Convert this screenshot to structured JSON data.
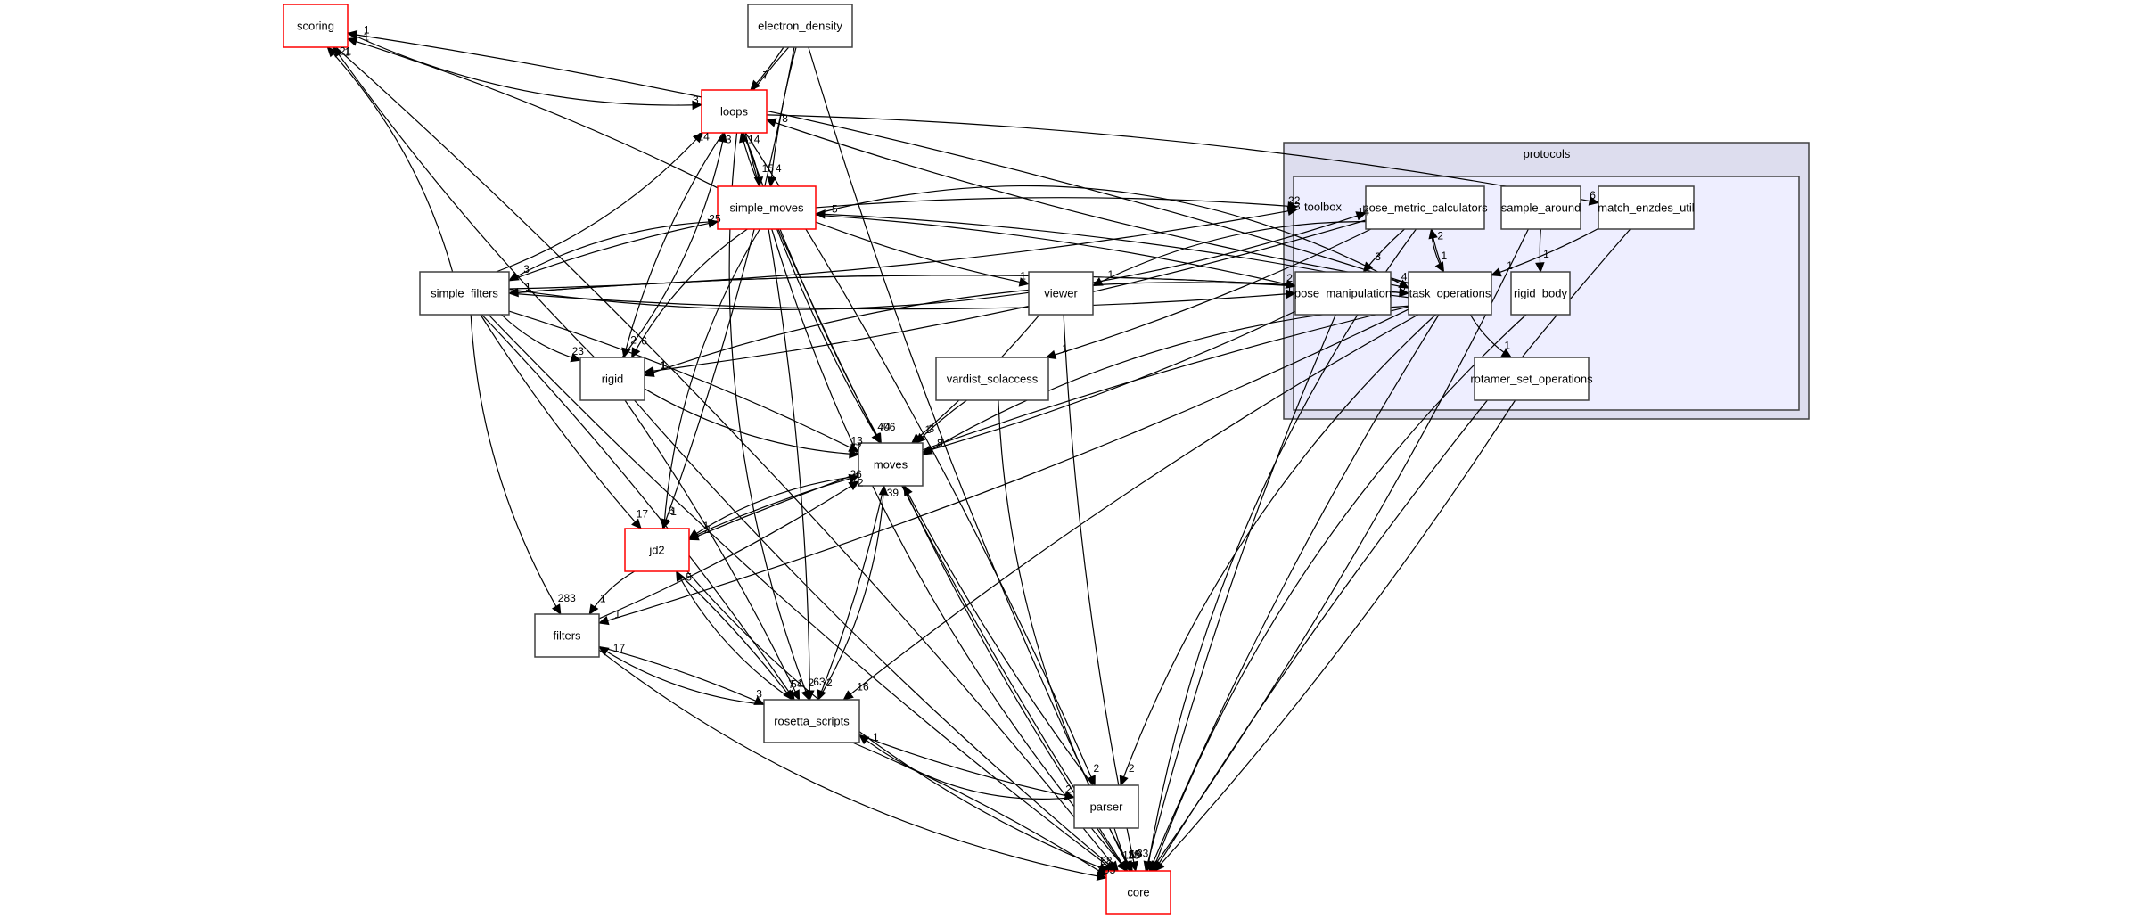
{
  "diagram": {
    "type": "directory-dependency-graph",
    "cluster": {
      "outer_label": "protocols",
      "inner_label": "toolbox"
    },
    "nodes": [
      {
        "id": "scoring",
        "label": "scoring",
        "highlight": "red"
      },
      {
        "id": "electron_density",
        "label": "electron_density",
        "highlight": "none"
      },
      {
        "id": "loops",
        "label": "loops",
        "highlight": "red"
      },
      {
        "id": "simple_moves",
        "label": "simple_moves",
        "highlight": "red"
      },
      {
        "id": "simple_filters",
        "label": "simple_filters",
        "highlight": "none"
      },
      {
        "id": "rigid",
        "label": "rigid",
        "highlight": "none"
      },
      {
        "id": "viewer",
        "label": "viewer",
        "highlight": "none"
      },
      {
        "id": "vardist_solaccess",
        "label": "vardist_solaccess",
        "highlight": "none"
      },
      {
        "id": "moves",
        "label": "moves",
        "highlight": "none"
      },
      {
        "id": "jd2",
        "label": "jd2",
        "highlight": "red"
      },
      {
        "id": "filters",
        "label": "filters",
        "highlight": "none"
      },
      {
        "id": "rosetta_scripts",
        "label": "rosetta_scripts",
        "highlight": "none"
      },
      {
        "id": "parser",
        "label": "parser",
        "highlight": "none"
      },
      {
        "id": "core",
        "label": "core",
        "highlight": "red"
      },
      {
        "id": "pose_metric_calculators",
        "label": "pose_metric_calculators",
        "highlight": "none"
      },
      {
        "id": "sample_around",
        "label": "sample_around",
        "highlight": "none"
      },
      {
        "id": "match_enzdes_util",
        "label": "match_enzdes_util",
        "highlight": "none"
      },
      {
        "id": "pose_manipulation",
        "label": "pose_manipulation",
        "highlight": "none"
      },
      {
        "id": "task_operations",
        "label": "task_operations",
        "highlight": "none"
      },
      {
        "id": "rigid_body",
        "label": "rigid_body",
        "highlight": "none"
      },
      {
        "id": "rotamer_set_operations",
        "label": "rotamer_set_operations",
        "highlight": "none"
      }
    ],
    "edges": [
      {
        "from": "electron_density",
        "to": "loops",
        "label": "7"
      },
      {
        "from": "electron_density",
        "to": "simple_moves",
        "label": "4"
      },
      {
        "from": "electron_density",
        "to": "rigid",
        "label": "2"
      },
      {
        "from": "electron_density",
        "to": "jd2",
        "label": "1"
      },
      {
        "from": "electron_density",
        "to": "core",
        "label": "2"
      },
      {
        "from": "scoring",
        "to": "loops",
        "label": "3"
      },
      {
        "from": "scoring",
        "to": "core",
        "label": ""
      },
      {
        "from": "simple_moves",
        "to": "scoring",
        "label": "1"
      },
      {
        "from": "simple_filters",
        "to": "scoring",
        "label": "21"
      },
      {
        "from": "rigid",
        "to": "scoring",
        "label": "1"
      },
      {
        "from": "task_operations",
        "to": "scoring",
        "label": "1"
      },
      {
        "from": "simple_filters",
        "to": "loops",
        "label": "24"
      },
      {
        "from": "simple_moves",
        "to": "loops",
        "label": "14"
      },
      {
        "from": "loops",
        "to": "simple_moves",
        "label": "15"
      },
      {
        "from": "rigid",
        "to": "loops",
        "label": "3"
      },
      {
        "from": "task_operations",
        "to": "loops",
        "label": "8"
      },
      {
        "from": "loops",
        "to": "moves",
        "label": "74"
      },
      {
        "from": "loops",
        "to": "core",
        "label": ""
      },
      {
        "from": "loops",
        "to": "match_enzdes_util",
        "label": "6"
      },
      {
        "from": "task_operations",
        "to": "simple_moves",
        "label": "5"
      },
      {
        "from": "simple_moves",
        "to": "simple_filters",
        "label": "3"
      },
      {
        "from": "simple_filters",
        "to": "simple_moves",
        "label": "25"
      },
      {
        "from": "task_operations",
        "to": "simple_filters",
        "label": "1"
      },
      {
        "from": "simple_moves",
        "to": "rigid",
        "label": "6"
      },
      {
        "from": "simple_moves",
        "to": "toolbox",
        "label": "22"
      },
      {
        "from": "simple_filters",
        "to": "toolbox",
        "label": "23"
      },
      {
        "from": "simple_filters",
        "to": "pose_metric_calculators",
        "label": "14"
      },
      {
        "from": "simple_moves",
        "to": "pose_manipulation",
        "label": "2"
      },
      {
        "from": "simple_filters",
        "to": "pose_manipulation",
        "label": "1"
      },
      {
        "from": "simple_moves",
        "to": "task_operations",
        "label": "4"
      },
      {
        "from": "simple_filters",
        "to": "task_operations",
        "label": "8"
      },
      {
        "from": "simple_moves",
        "to": "viewer",
        "label": "1"
      },
      {
        "from": "pose_metric_calculators",
        "to": "viewer",
        "label": "1"
      },
      {
        "from": "pose_metric_calculators",
        "to": "vardist_solaccess",
        "label": "1"
      },
      {
        "from": "simple_moves",
        "to": "moves",
        "label": "406"
      },
      {
        "from": "simple_moves",
        "to": "jd2",
        "label": "6"
      },
      {
        "from": "simple_moves",
        "to": "rosetta_scripts",
        "label": "63"
      },
      {
        "from": "simple_moves",
        "to": "core",
        "label": ""
      },
      {
        "from": "simple_filters",
        "to": "rigid",
        "label": "23"
      },
      {
        "from": "simple_filters",
        "to": "moves",
        "label": "13"
      },
      {
        "from": "simple_filters",
        "to": "jd2",
        "label": "17"
      },
      {
        "from": "simple_filters",
        "to": "filters",
        "label": "283"
      },
      {
        "from": "simple_filters",
        "to": "rosetta_scripts",
        "label": "54"
      },
      {
        "from": "simple_filters",
        "to": "core",
        "label": ""
      },
      {
        "from": "rigid",
        "to": "moves",
        "label": "77"
      },
      {
        "from": "rigid",
        "to": "rosetta_scripts",
        "label": "1"
      },
      {
        "from": "rigid",
        "to": "core",
        "label": ""
      },
      {
        "from": "task_operations",
        "to": "rigid",
        "label": "1"
      },
      {
        "from": "pose_metric_calculators",
        "to": "rigid",
        "label": "1"
      },
      {
        "from": "vardist_solaccess",
        "to": "moves",
        "label": "3"
      },
      {
        "from": "vardist_solaccess",
        "to": "core",
        "label": "19"
      },
      {
        "from": "viewer",
        "to": "moves",
        "label": "1"
      },
      {
        "from": "viewer",
        "to": "core",
        "label": "33"
      },
      {
        "from": "moves",
        "to": "jd2",
        "label": "1"
      },
      {
        "from": "jd2",
        "to": "moves",
        "label": "26"
      },
      {
        "from": "filters",
        "to": "moves",
        "label": "12"
      },
      {
        "from": "rosetta_scripts",
        "to": "moves",
        "label": "39"
      },
      {
        "from": "moves",
        "to": "rosetta_scripts",
        "label": "2"
      },
      {
        "from": "moves",
        "to": "core",
        "label": "118"
      },
      {
        "from": "task_operations",
        "to": "moves",
        "label": "8"
      },
      {
        "from": "pose_manipulation",
        "to": "moves",
        "label": "7"
      },
      {
        "from": "task_operations",
        "to": "jd2",
        "label": "2"
      },
      {
        "from": "jd2",
        "to": "filters",
        "label": "1"
      },
      {
        "from": "jd2",
        "to": "rosetta_scripts",
        "label": "7"
      },
      {
        "from": "rosetta_scripts",
        "to": "jd2",
        "label": "5"
      },
      {
        "from": "jd2",
        "to": "core",
        "label": "88"
      },
      {
        "from": "filters",
        "to": "rosetta_scripts",
        "label": "3"
      },
      {
        "from": "rosetta_scripts",
        "to": "filters",
        "label": "17"
      },
      {
        "from": "filters",
        "to": "core",
        "label": "205"
      },
      {
        "from": "task_operations",
        "to": "filters",
        "label": "1"
      },
      {
        "from": "rosetta_scripts",
        "to": "parser",
        "label": "2"
      },
      {
        "from": "parser",
        "to": "rosetta_scripts",
        "label": "1"
      },
      {
        "from": "rosetta_scripts",
        "to": "core",
        "label": ""
      },
      {
        "from": "task_operations",
        "to": "rosetta_scripts",
        "label": "16"
      },
      {
        "from": "loops",
        "to": "rosetta_scripts",
        "label": "2"
      },
      {
        "from": "parser",
        "to": "moves",
        "label": ""
      },
      {
        "from": "parser",
        "to": "core",
        "label": "55"
      },
      {
        "from": "task_operations",
        "to": "parser",
        "label": "2"
      },
      {
        "from": "loops",
        "to": "parser",
        "label": "2"
      },
      {
        "from": "pose_metric_calculators",
        "to": "pose_manipulation",
        "label": "3"
      },
      {
        "from": "pose_metric_calculators",
        "to": "task_operations",
        "label": "1"
      },
      {
        "from": "task_operations",
        "to": "pose_metric_calculators",
        "label": "2"
      },
      {
        "from": "sample_around",
        "to": "rigid_body",
        "label": "1"
      },
      {
        "from": "task_operations",
        "to": "rotamer_set_operations",
        "label": "1"
      },
      {
        "from": "match_enzdes_util",
        "to": "task_operations",
        "label": "1"
      },
      {
        "from": "task_operations",
        "to": "core",
        "label": ""
      },
      {
        "from": "pose_metric_calculators",
        "to": "core",
        "label": ""
      },
      {
        "from": "sample_around",
        "to": "core",
        "label": ""
      },
      {
        "from": "match_enzdes_util",
        "to": "core",
        "label": ""
      },
      {
        "from": "rigid_body",
        "to": "core",
        "label": ""
      },
      {
        "from": "rotamer_set_operations",
        "to": "core",
        "label": ""
      },
      {
        "from": "pose_manipulation",
        "to": "core",
        "label": ""
      }
    ]
  }
}
